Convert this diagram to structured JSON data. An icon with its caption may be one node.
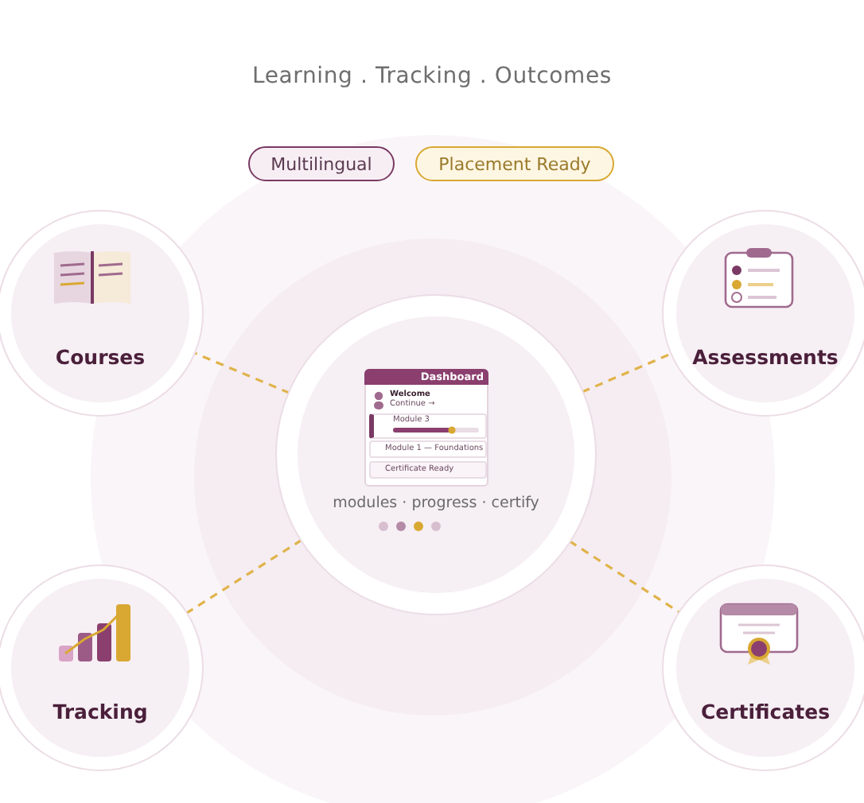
{
  "diagram": {
    "nodes": [
      {
        "text": [
          "Multilingual"
        ]
      },
      {
        "text": [
          "Placement Ready"
        ]
      },
      {
        "text": [
          "Courses"
        ]
      },
      {
        "text": [
          "Assessments"
        ]
      },
      {
        "text": [
          "modules · progress · certify"
        ]
      },
      {
        "text": [
          "Tracking"
        ]
      },
      {
        "text": [
          "Certificates"
        ]
      }
    ],
    "edges": [
      {
        "from": 4,
        "to": 2,
        "arrow": "none",
        "style": "dashed"
      },
      {
        "from": 4,
        "to": 3,
        "arrow": "none",
        "style": "dashed"
      },
      {
        "from": 4,
        "to": 5,
        "arrow": "none",
        "style": "dashed"
      },
      {
        "from": 4,
        "to": 6,
        "arrow": "none",
        "style": "dashed"
      }
    ],
    "labels": [
      "Learning . Tracking . Outcomes",
      "Dashboard",
      "Welcome",
      "Continue →",
      "Module 3",
      "Module 1 — Foundations",
      "Certificate Ready"
    ]
  }
}
